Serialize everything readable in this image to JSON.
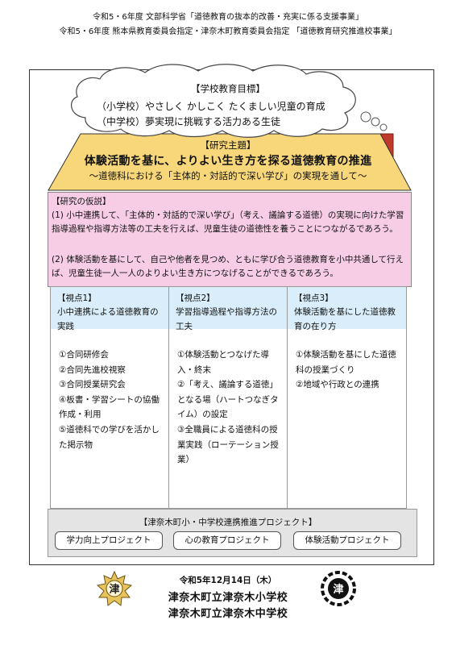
{
  "header": {
    "line1": "令和5・6年度 文部科学省「道徳教育の抜本的改善・充実に係る支援事業」",
    "line2": "令和5・6年度 熊本県教育委員会指定・津奈木町教育委員会指定 「道徳教育研究推進校事業」"
  },
  "goal": {
    "title": "【学校教育目標】",
    "elementary": "（小学校）やさしく かしこく たくましい児童の育成",
    "junior": "（中学校）夢実現に挑戦する活力ある生徒"
  },
  "theme": {
    "label": "【研究主題】",
    "main": "体験活動を基に、よりよい生き方を探る道徳教育の推進",
    "sub": "～道徳科における「主体的・対話的で深い学び」の実現を通して～"
  },
  "hypothesis": {
    "title": "【研究の仮説】",
    "item1": "(1) 小中連携して、「主体的・対話的で深い学び」（考え、議論する道徳）の実現に向けた学習指導過程や指導方法等の工夫を行えば、児童生徒の道徳性を養うことにつながるであろう。",
    "item2": "(2) 体験活動を基にして、自己や他者を見つめ、ともに学び合う道徳教育を小中共通して行えば、児童生徒一人一人のよりよい生き方につなげることができるであろう。"
  },
  "viewpoints": [
    {
      "title": "【視点1】",
      "subtitle": "小中連携による道徳教育の実践",
      "items": [
        "①合同研修会",
        "②合同先進校視察",
        "③合同授業研究会",
        "④板書・学習シートの協働作成・利用",
        "⑤道徳科での学びを活かした掲示物"
      ]
    },
    {
      "title": "【視点2】",
      "subtitle": "学習指導過程や指導方法の工夫",
      "items": [
        "①体験活動とつなげた導入・終末",
        "②「考え、議論する道徳」となる場（ハートつなぎタイム）の設定",
        "③全職員による道徳科の授業実践（ローテーション授業）"
      ]
    },
    {
      "title": "【視点3】",
      "subtitle": "体験活動を基にした道徳教育の在り方",
      "items": [
        "①体験活動を基にした道徳科の授業づくり",
        "②地域や行政との連携"
      ]
    }
  ],
  "base": {
    "title": "【津奈木町小・中学校連携推進プロジェクト】",
    "projects": [
      "学力向上プロジェクト",
      "心の教育プロジェクト",
      "体験活動プロジェクト"
    ]
  },
  "footer": {
    "date": "令和5年12月14日（木）",
    "school1": "津奈木町立津奈木小学校",
    "school2": "津奈木町立津奈木中学校"
  },
  "emblems": [
    "津",
    "津"
  ],
  "colors": {
    "roof": "#f7d77a",
    "hypothesis_bg": "#f6cde5",
    "viewpoint_head": "#d9eefa",
    "chimney": "#c0392b",
    "base": "#e4e4e4"
  }
}
